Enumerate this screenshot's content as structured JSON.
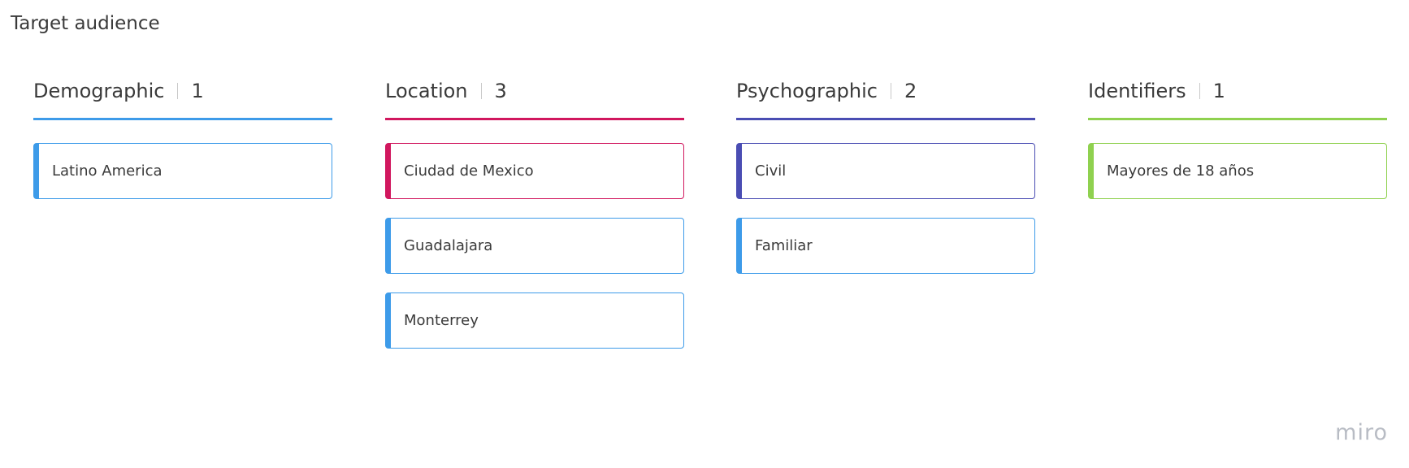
{
  "board": {
    "title": "Target audience"
  },
  "columns": [
    {
      "name": "Demographic",
      "count": "1",
      "color": "#3d9be9",
      "cards": [
        {
          "label": "Latino America",
          "color": "#3d9be9"
        }
      ]
    },
    {
      "name": "Location",
      "count": "3",
      "color": "#d1175e",
      "cards": [
        {
          "label": "Ciudad de Mexico",
          "color": "#d1175e"
        },
        {
          "label": "Guadalajara",
          "color": "#3d9be9"
        },
        {
          "label": "Monterrey",
          "color": "#3d9be9"
        }
      ]
    },
    {
      "name": "Psychographic",
      "count": "2",
      "color": "#4a4db3",
      "cards": [
        {
          "label": "Civil",
          "color": "#4a4db3"
        },
        {
          "label": "Familiar",
          "color": "#3d9be9"
        }
      ]
    },
    {
      "name": "Identifiers",
      "count": "1",
      "color": "#8fd14f",
      "cards": [
        {
          "label": "Mayores de 18 años",
          "color": "#8fd14f"
        }
      ]
    }
  ],
  "branding": {
    "logo_text": "miro"
  }
}
